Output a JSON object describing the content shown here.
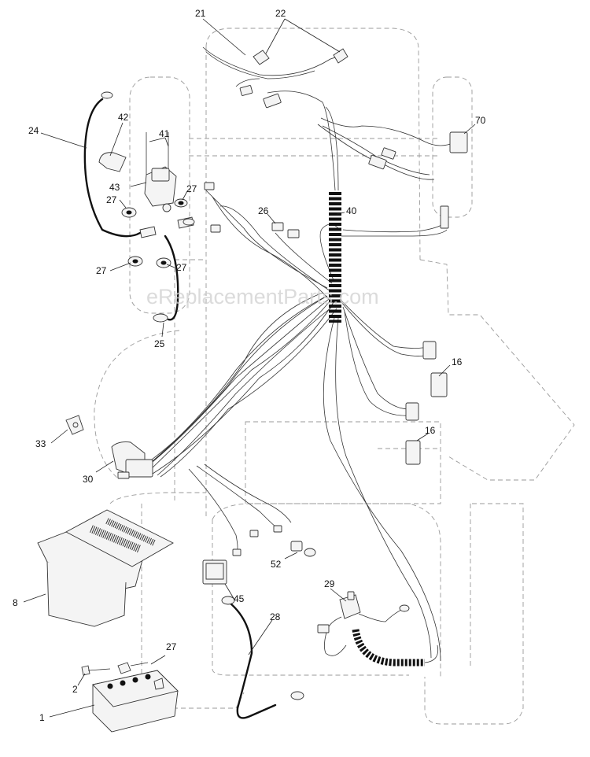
{
  "watermark": "eReplacementParts.com",
  "callouts": {
    "c1": "1",
    "c2": "2",
    "c8": "8",
    "c16a": "16",
    "c16b": "16",
    "c21": "21",
    "c22": "22",
    "c24": "24",
    "c25": "25",
    "c26": "26",
    "c27a": "27",
    "c27b": "27",
    "c27c": "27",
    "c27d": "27",
    "c27e": "27",
    "c28": "28",
    "c29": "29",
    "c30": "30",
    "c33": "33",
    "c40": "40",
    "c41": "41",
    "c42": "42",
    "c43": "43",
    "c45": "45",
    "c52": "52",
    "c70": "70"
  }
}
